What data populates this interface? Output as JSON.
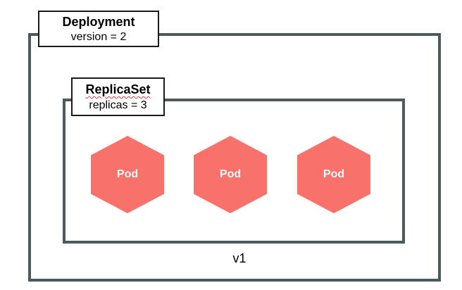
{
  "deployment": {
    "title": "Deployment",
    "subtitle": "version = 2",
    "version_tag": "v1"
  },
  "replicaset": {
    "title": "ReplicaSet",
    "subtitle": "replicas = 3"
  },
  "pods": [
    {
      "label": "Pod"
    },
    {
      "label": "Pod"
    },
    {
      "label": "Pod"
    }
  ],
  "colors": {
    "frame": "#4d5a5c",
    "pod_fill": "#f8716b",
    "pod_text": "#ffffff"
  }
}
